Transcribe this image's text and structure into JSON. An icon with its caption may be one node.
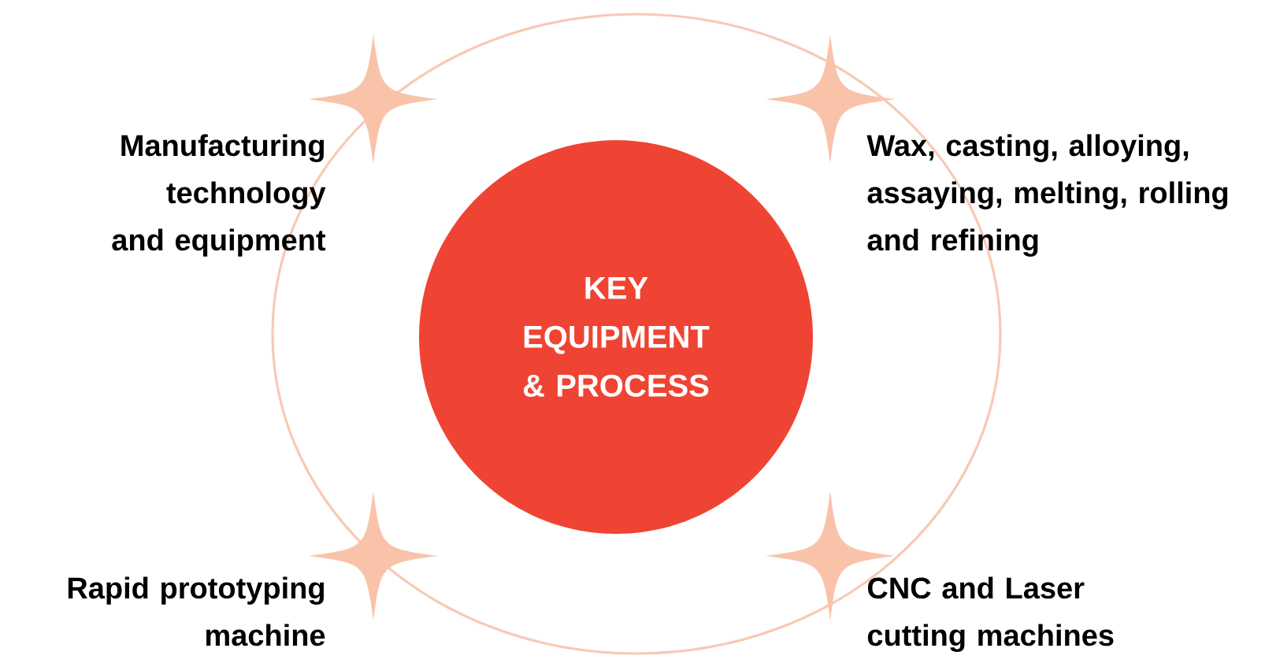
{
  "diagram": {
    "nodes": [
      {
        "text": [
          "KEY EQUIPMENT & PROCESS"
        ]
      }
    ],
    "labels": [
      "Manufacturing technology and equipment",
      "Wax, casting, alloying, assaying, melting, rolling and refining",
      "Rapid prototyping machine",
      "CNC and Laser cutting machines"
    ]
  }
}
